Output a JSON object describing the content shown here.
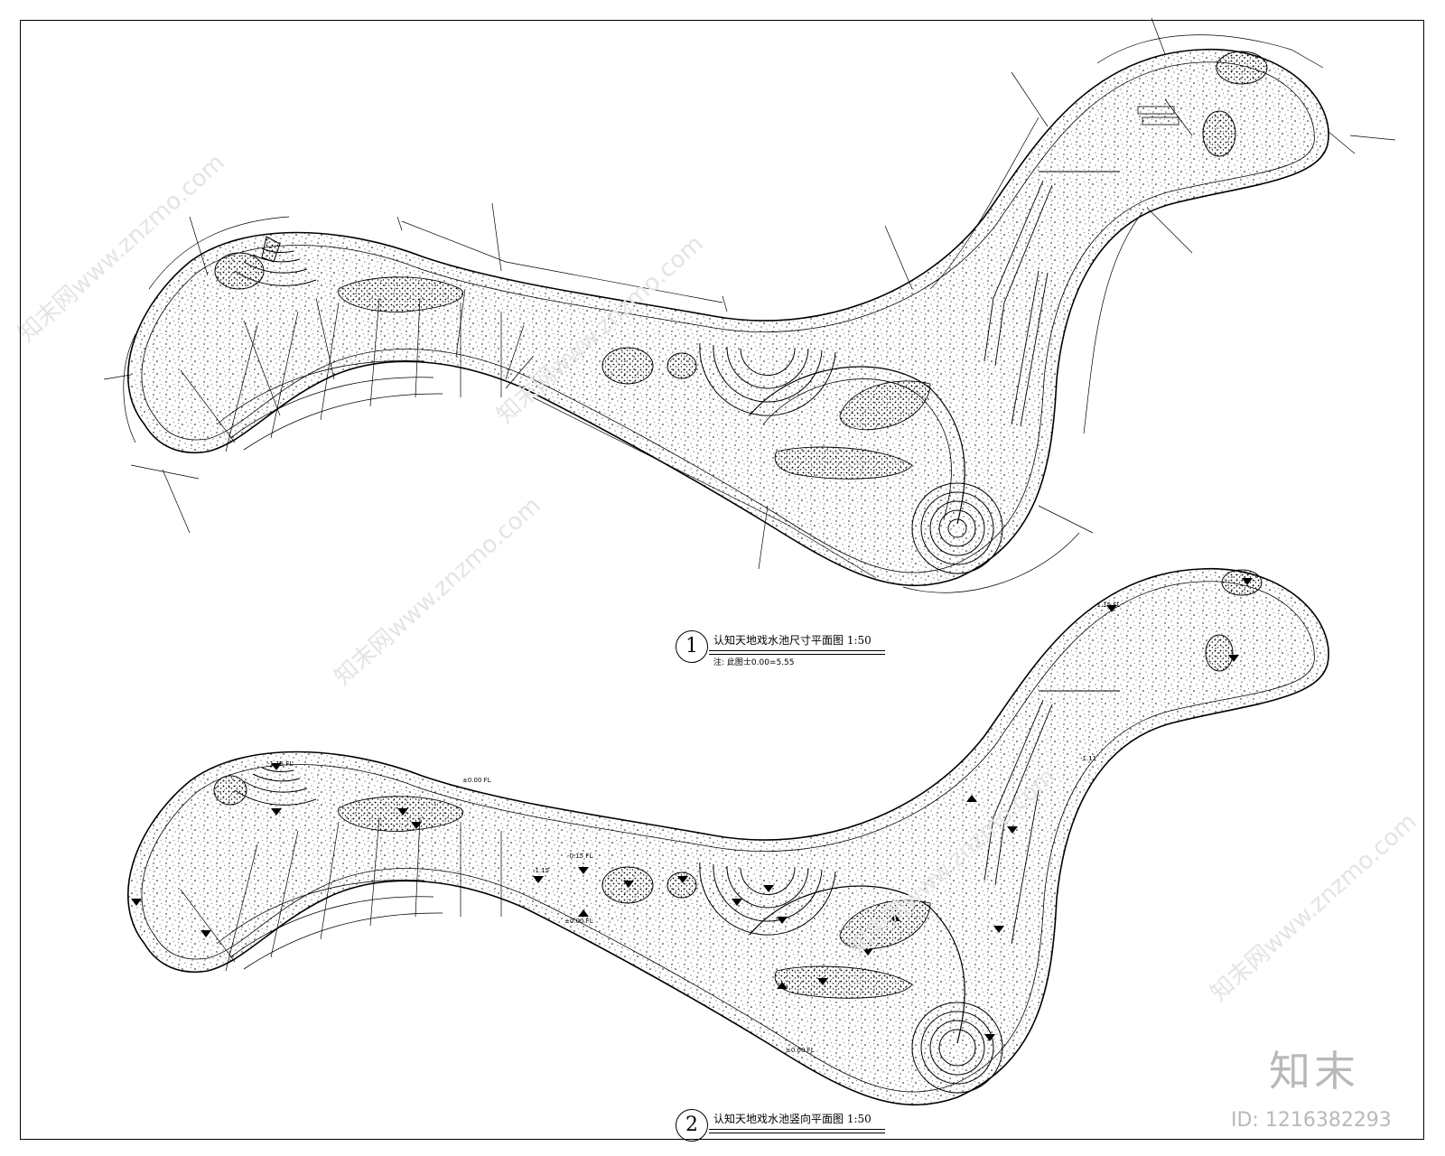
{
  "plans": [
    {
      "number": "1",
      "title": "认知天地戏水池尺寸平面图",
      "scale": "1:50",
      "note": "注: 此图士0.00=5.55"
    },
    {
      "number": "2",
      "title": "认知天地戏水池竖向平面图",
      "scale": "1:50"
    }
  ],
  "watermark": {
    "site": "知末网www.znzmo.com",
    "brand": "知末",
    "id": "ID: 1216382293"
  },
  "level_labels": [
    "-1.15 FL",
    "±0.00 FL",
    "-0.15 FL",
    "-1.15",
    "±0.00 FL",
    "-1.11",
    "-1.15 FL",
    "±0.00 FL"
  ],
  "colors": {
    "line": "#000000",
    "watermark": "#b9b9b9",
    "watermark_light": "#e6e6e6"
  }
}
